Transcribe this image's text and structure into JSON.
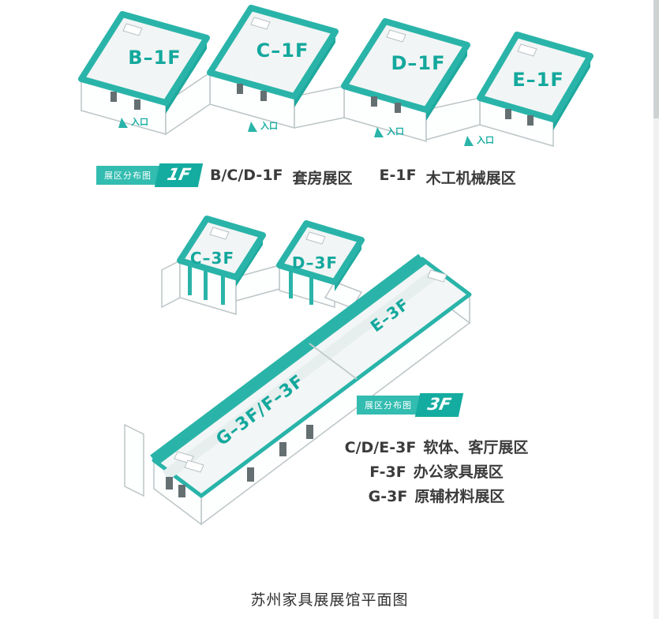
{
  "colors": {
    "teal": "#2ab4a9",
    "label_teal": "#14a89d",
    "text_dark": "#3b3b3b"
  },
  "floor1": {
    "badge": {
      "ribbon_label": "展区分布图",
      "floor_label": "1F"
    },
    "halls": [
      {
        "label": "B–1F"
      },
      {
        "label": "C–1F"
      },
      {
        "label": "D–1F"
      },
      {
        "label": "E–1F"
      }
    ],
    "entrance_label": "入口",
    "legend": [
      {
        "zone": "B/C/D-1F",
        "name": "套房展区"
      },
      {
        "zone": "E-1F",
        "name": "木工机械展区"
      }
    ]
  },
  "floor3": {
    "badge": {
      "ribbon_label": "展区分布图",
      "floor_label": "3F"
    },
    "halls": [
      {
        "label": "C–3F"
      },
      {
        "label": "D–3F"
      },
      {
        "label": "E–3F"
      },
      {
        "label": "G–3F/F–3F"
      }
    ],
    "legend": [
      {
        "zone": "C/D/E-3F",
        "name": "软体、客厅展区"
      },
      {
        "zone": "F-3F",
        "name": "办公家具展区"
      },
      {
        "zone": "G-3F",
        "name": "原辅材料展区"
      }
    ]
  },
  "caption": "苏州家具展展馆平面图"
}
